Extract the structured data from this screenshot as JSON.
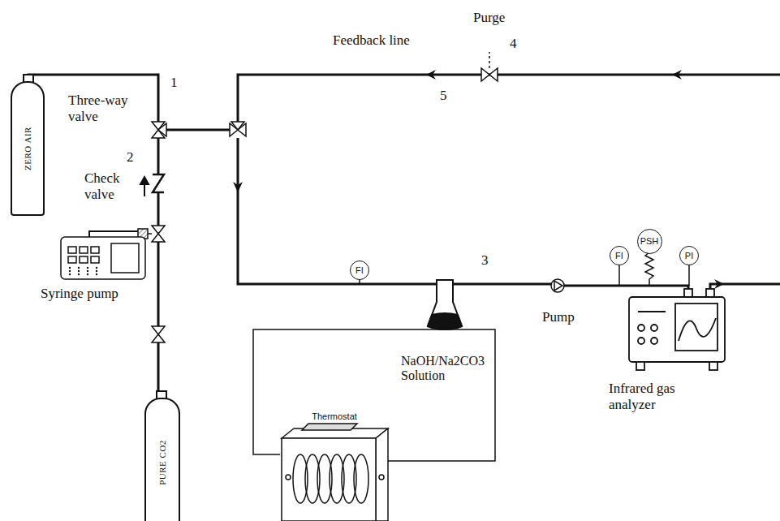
{
  "diagram": {
    "nodes": [
      {
        "text": [
          "ZERO AIR"
        ]
      },
      {
        "text": [
          "FI"
        ]
      },
      {
        "text": [
          "FI"
        ]
      },
      {
        "text": [
          "PSH"
        ]
      },
      {
        "text": [
          "PI"
        ]
      },
      {
        "text": [
          "Thermostat"
        ]
      },
      {
        "text": [
          "PURE CO2"
        ]
      }
    ],
    "labels": [
      "Purge",
      "4",
      "Feedback line",
      "5",
      "1",
      "Three-way valve",
      "2",
      "Check valve",
      "Syringe pump",
      "3",
      "Pump",
      "NaOH/Na2CO3 Solution",
      "Infrared gas analyzer"
    ]
  }
}
